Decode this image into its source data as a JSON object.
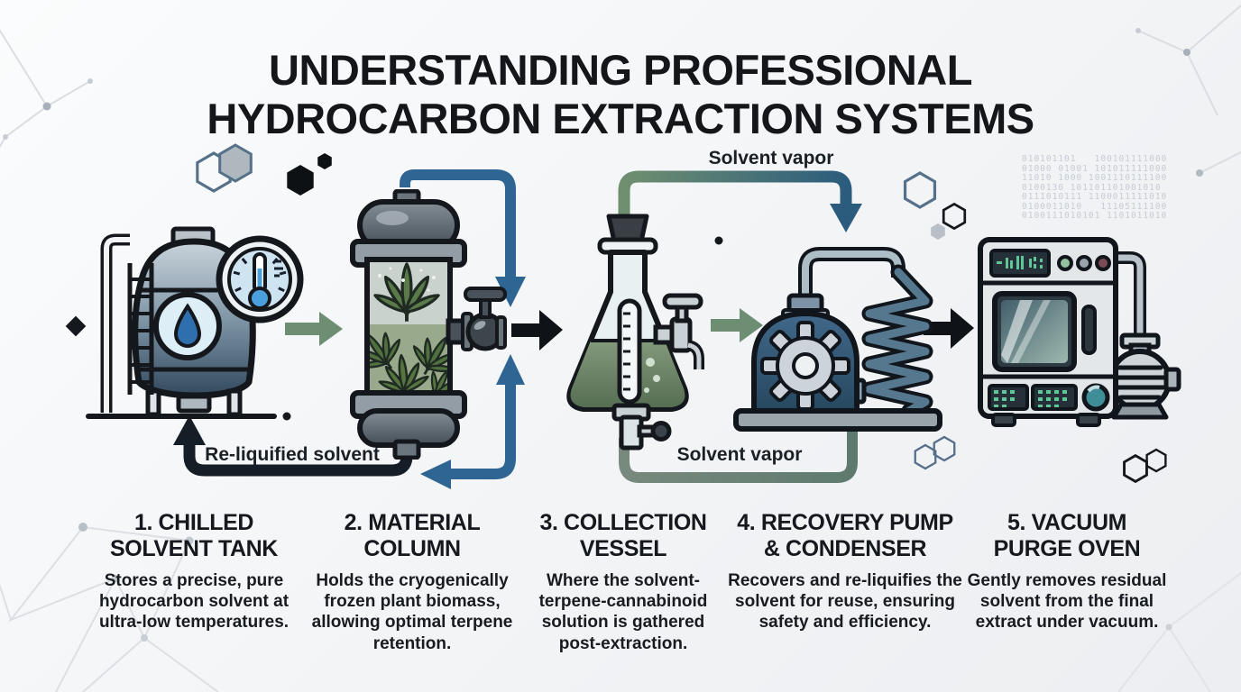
{
  "title": {
    "lines": [
      "UNDERSTANDING PROFESSIONAL",
      "HYDROCARBON EXTRACTION SYSTEMS"
    ]
  },
  "flow_labels": {
    "solvent_vapor_top": "Solvent vapor",
    "solvent_vapor_bottom": "Solvent vapor",
    "reliquified_solvent": "Re-liquified solvent"
  },
  "stages": [
    {
      "heading_lines": [
        "1. CHILLED",
        "SOLVENT TANK"
      ],
      "description": "Stores a precise, pure hydrocarbon solvent at ultra-low temperatures.",
      "icon": "chilled-solvent-tank-icon"
    },
    {
      "heading_lines": [
        "2. MATERIAL",
        "COLUMN"
      ],
      "description": "Holds the cryogenically frozen plant biomass, allowing optimal terpene retention.",
      "icon": "material-column-icon"
    },
    {
      "heading_lines": [
        "3. COLLECTION",
        "VESSEL"
      ],
      "description": "Where the solvent-terpene-cannabinoid solution is gathered post-extraction.",
      "icon": "collection-vessel-icon"
    },
    {
      "heading_lines": [
        "4. RECOVERY PUMP",
        "& CONDENSER"
      ],
      "description": "Recovers and re-liquifies the solvent for reuse, ensuring safety and efficiency.",
      "icon": "recovery-pump-condenser-icon"
    },
    {
      "heading_lines": [
        "5. VACUUM",
        "PURGE OVEN"
      ],
      "description": "Gently removes residual solvent from the final extract under vacuum.",
      "icon": "vacuum-purge-oven-icon"
    }
  ],
  "decor": {
    "binary_rows": [
      "010101101   100101111000",
      "01000 01001 101011111000",
      "11010 1000 1001110111100",
      "0100130 101101101001010",
      "0111010111 1100011111010",
      "0100011010   11105111100",
      "0100111010101 1101011010"
    ]
  },
  "palette": {
    "arrow_green": "#6e8e74",
    "arrow_blue": "#2e6593",
    "arrow_dark": "#151d26",
    "vapor_gradient_start": "#6f8f70",
    "vapor_gradient_end": "#2b5c7d",
    "leaf_green": "#5a7a4a",
    "pump_blue": "#3c6485",
    "knob_teal": "#3f8d96",
    "background": "#f3f4f6"
  }
}
